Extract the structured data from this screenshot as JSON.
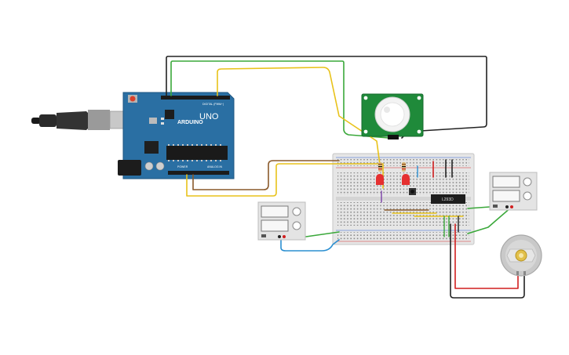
{
  "arduino": {
    "model": "UNO",
    "brand": "ARDUINO",
    "digital_label": "DIGITAL (PWM~)",
    "power_label": "POWER",
    "analog_label": "ANALOG IN",
    "color": "#2a6fa3"
  },
  "pir_sensor": {
    "color": "#1f8a3a"
  },
  "ic_chip": {
    "label": "L293D"
  },
  "colors": {
    "wire_black": "#222222",
    "wire_red": "#d11f1f",
    "wire_green": "#3aa83a",
    "wire_yellow": "#e8c21a",
    "wire_brown": "#8a5a2b",
    "wire_blue": "#2b8fd1",
    "wire_purple": "#7a3fa8",
    "led_red": "#e53030",
    "breadboard": "#e6e6e6"
  }
}
